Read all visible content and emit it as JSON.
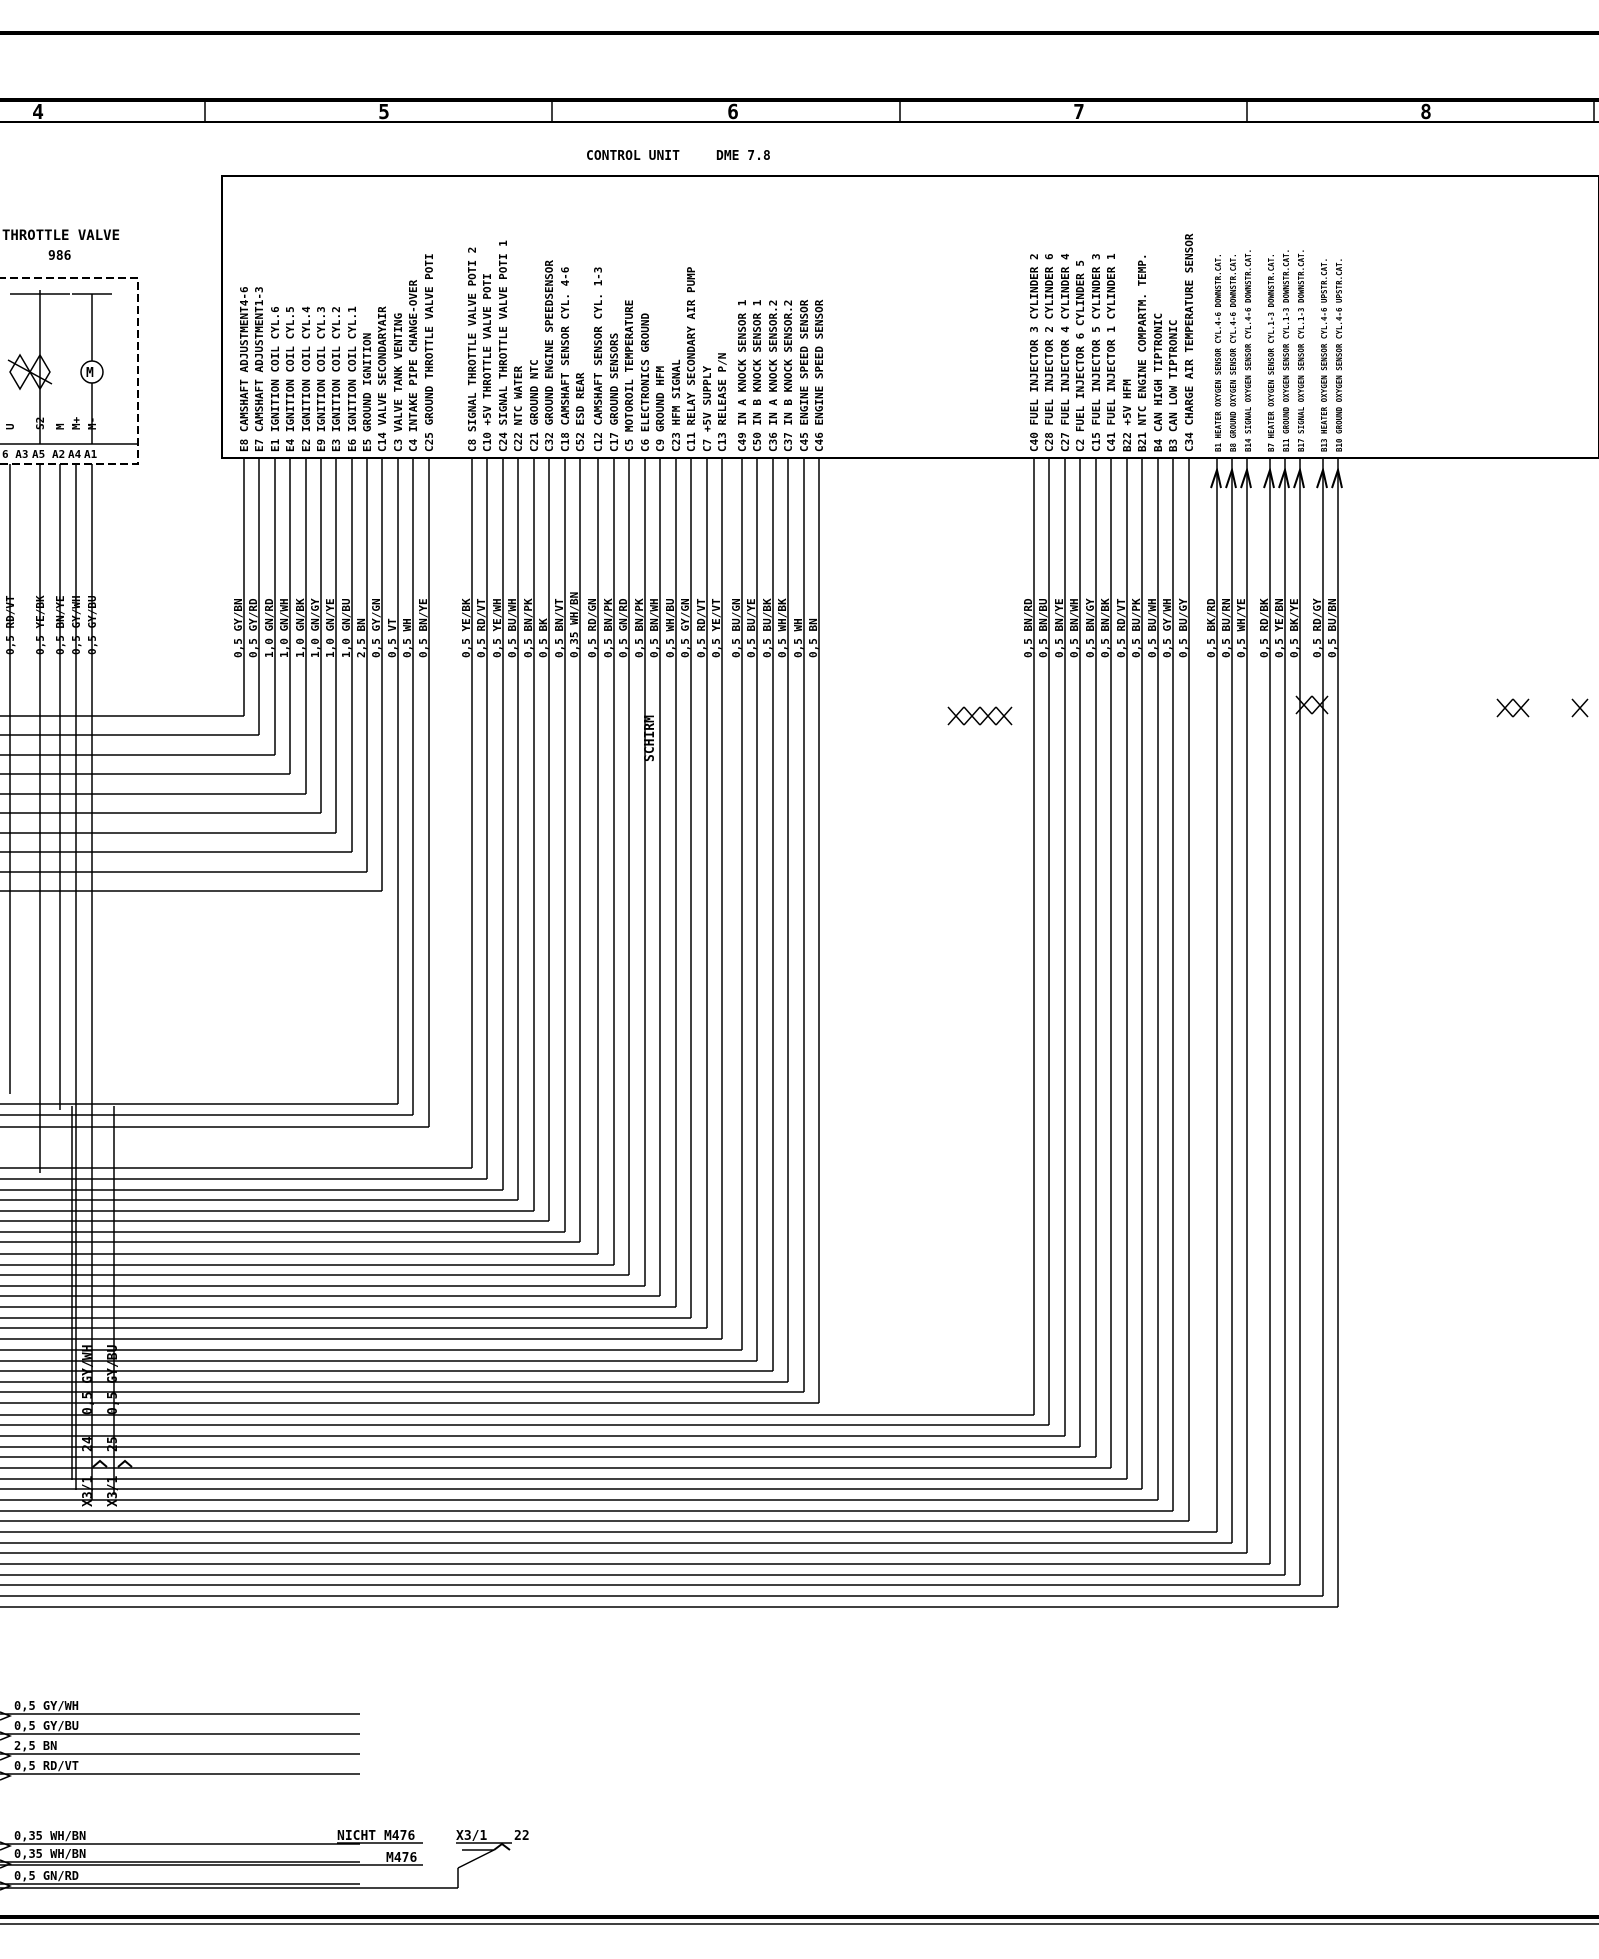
{
  "sheet": {
    "columns": [
      "4",
      "5",
      "6",
      "7",
      "8"
    ]
  },
  "control_unit": {
    "title": "CONTROL UNIT",
    "model": "DME 7.8",
    "pins": [
      {
        "pin": "E8",
        "function": "CAMSHAFT ADJUSTMENT4-6",
        "wire": "0,5 GY/BN"
      },
      {
        "pin": "E7",
        "function": "CAMSHAFT ADJUSTMENT1-3",
        "wire": "0,5 GY/RD"
      },
      {
        "pin": "E1",
        "function": "IGNITION COIL CYL.6",
        "wire": "1,0 GN/RD"
      },
      {
        "pin": "E4",
        "function": "IGNITION COIL CYL.5",
        "wire": "1,0 GN/WH"
      },
      {
        "pin": "E2",
        "function": "IGNITION COIL CYL.4",
        "wire": "1,0 GN/BK"
      },
      {
        "pin": "E9",
        "function": "IGNITION COIL CYL.3",
        "wire": "1,0 GN/GY"
      },
      {
        "pin": "E3",
        "function": "IGNITION COIL CYL.2",
        "wire": "1,0 GN/YE"
      },
      {
        "pin": "E6",
        "function": "IGNITION COIL CYL.1",
        "wire": "1,0 GN/BU"
      },
      {
        "pin": "E5",
        "function": "GROUND IGNITION",
        "wire": "2,5 BN"
      },
      {
        "pin": "C14",
        "function": "VALVE SECONDARYAIR",
        "wire": "0,5 GY/GN"
      },
      {
        "pin": "C3",
        "function": "VALVE TANK VENTING",
        "wire": "0,5 VT"
      },
      {
        "pin": "C4",
        "function": "INTAKE PIPE CHANGE-OVER",
        "wire": "0,5 WH"
      },
      {
        "pin": "C25",
        "function": "GROUND THROTTLE VALVE POTI",
        "wire": "0,5 BN/YE"
      },
      {
        "pin": "C8",
        "function": "SIGNAL THROTTLE VALVE POTI 2",
        "wire": "0,5 YE/BK"
      },
      {
        "pin": "C10",
        "function": "+5V THROTTLE VALVE POTI",
        "wire": "0,5 RD/VT"
      },
      {
        "pin": "C24",
        "function": "SIGNAL THROTTLE VALVE POTI 1",
        "wire": "0,5 YE/WH"
      },
      {
        "pin": "C22",
        "function": "NTC WATER",
        "wire": "0,5 BU/WH"
      },
      {
        "pin": "C21",
        "function": "GROUND NTC",
        "wire": "0,5 BN/PK"
      },
      {
        "pin": "C32",
        "function": "GROUND ENGINE SPEEDSENSOR",
        "wire": "0,5 BK"
      },
      {
        "pin": "C18",
        "function": "CAMSHAFT SENSOR CYL. 4-6",
        "wire": "0,5 BN/VT"
      },
      {
        "pin": "C52",
        "function": "ESD REAR",
        "wire": "0,35 WH/BN"
      },
      {
        "pin": "C12",
        "function": "CAMSHAFT SENSOR CYL. 1-3",
        "wire": "0,5 RD/GN"
      },
      {
        "pin": "C17",
        "function": "GROUND SENSORS",
        "wire": "0,5 BN/PK"
      },
      {
        "pin": "C5",
        "function": "MOTOROIL TEMPERATURE",
        "wire": "0,5 GN/RD"
      },
      {
        "pin": "C6",
        "function": "ELECTRONICS GROUND",
        "wire": "0,5 BN/PK"
      },
      {
        "pin": "C9",
        "function": "GROUND HFM",
        "wire": "0,5 BN/WH"
      },
      {
        "pin": "C23",
        "function": "HFM SIGNAL",
        "wire": "0,5 WH/BU"
      },
      {
        "pin": "C11",
        "function": "RELAY SECONDARY AIR PUMP",
        "wire": "0,5 GY/GN"
      },
      {
        "pin": "C7",
        "function": "+5V SUPPLY",
        "wire": "0,5 RD/VT"
      },
      {
        "pin": "C13",
        "function": "RELEASE P/N",
        "wire": "0,5 YE/VT"
      },
      {
        "pin": "C49",
        "function": "IN A KNOCK SENSOR 1",
        "wire": "0,5 BU/GN"
      },
      {
        "pin": "C50",
        "function": "IN B KNOCK SENSOR 1",
        "wire": "0,5 BU/YE"
      },
      {
        "pin": "C36",
        "function": "IN A KNOCK SENSOR.2",
        "wire": "0,5 BU/BK"
      },
      {
        "pin": "C37",
        "function": "IN B KNOCK SENSOR.2",
        "wire": "0,5 WH/BK"
      },
      {
        "pin": "C45",
        "function": "ENGINE SPEED SENSOR",
        "wire": "0,5 WH"
      },
      {
        "pin": "C46",
        "function": "ENGINE SPEED SENSOR",
        "wire": "0,5 BN"
      },
      {
        "pin": "C40",
        "function": "FUEL INJECTOR 3 CYLINDER 2",
        "wire": "0,5 BN/RD"
      },
      {
        "pin": "C28",
        "function": "FUEL INJECTOR 2 CYLINDER 6",
        "wire": "0,5 BN/BU"
      },
      {
        "pin": "C27",
        "function": "FUEL INJECTOR 4 CYLINDER 4",
        "wire": "0,5 BN/YE"
      },
      {
        "pin": "C2",
        "function": "FUEL INJECTOR 6 CYLINDER 5",
        "wire": "0,5 BN/WH"
      },
      {
        "pin": "C15",
        "function": "FUEL INJECTOR 5 CYLINDER 3",
        "wire": "0,5 BN/GY"
      },
      {
        "pin": "C41",
        "function": "FUEL INJECTOR 1 CYLINDER 1",
        "wire": "0,5 BN/BK"
      },
      {
        "pin": "B22",
        "function": "+5V HFM",
        "wire": "0,5 RD/VT"
      },
      {
        "pin": "B21",
        "function": "NTC ENGINE COMPARTM. TEMP.",
        "wire": "0,5 BU/PK"
      },
      {
        "pin": "B4",
        "function": "CAN HIGH TIPTRONIC",
        "wire": "0,5 BU/WH"
      },
      {
        "pin": "B3",
        "function": "CAN LOW TIPTRONIC",
        "wire": "0,5 GY/WH"
      },
      {
        "pin": "C34",
        "function": "CHARGE AIR TEMPERATURE SENSOR",
        "wire": "0,5 BU/GY"
      },
      {
        "pin": "B1",
        "function": "HEATER OXYGEN SENSOR CYL.4-6 DOWNSTR.CAT.",
        "wire": "0,5 BK/RD"
      },
      {
        "pin": "B8",
        "function": "GROUND OXYGEN SENSOR CYL.4-6 DOWNSTR.CAT.",
        "wire": "0,5 BU/RN"
      },
      {
        "pin": "B14",
        "function": "SIGNAL OXYGEN SENSOR CYL.4-6 DOWNSTR.CAT.",
        "wire": "0,5 WH/YE"
      },
      {
        "pin": "B7",
        "function": "HEATER OXYGEN SENSOR CYL.1-3 DOWNSTR.CAT.",
        "wire": "0,5 RD/BK"
      },
      {
        "pin": "B11",
        "function": "GROUND OXYGEN SENSOR CYL.1-3 DOWNSTR.CAT.",
        "wire": "0,5 YE/BN"
      },
      {
        "pin": "B17",
        "function": "SIGNAL OXYGEN SENSOR CYL.1-3 DOWNSTR.CAT.",
        "wire": "0,5 BK/YE"
      },
      {
        "pin": "B13",
        "function": "HEATER OXYGEN SENSOR CYL.4-6 UPSTR.CAT.",
        "wire": "0,5 RD/GY"
      },
      {
        "pin": "B10",
        "function": "GROUND OXYGEN SENSOR CYL.4-6 UPSTR.CAT.",
        "wire": "0,5 BU/BN"
      }
    ]
  },
  "throttle_valve": {
    "title": "THROTTLE VALVE",
    "code": "986",
    "pin_labels": [
      "6 A3",
      "A5",
      "A2",
      "A4",
      "A1"
    ],
    "signal_labels": [
      "U",
      "S2",
      "M",
      "M+",
      "M-"
    ],
    "wires": [
      "0,5 RD/VT",
      "0,5 YE/BK",
      "0,5 BN/YE",
      "0,5 GY/WH",
      "0,5 GY/BU"
    ]
  },
  "connector_x31": {
    "label": "X3/1",
    "pin_a": "24",
    "pin_b": "25",
    "wire_a": "0,5 GY/WH",
    "wire_b": "0,5 GY/BU"
  },
  "shield_label": "SCHIRM",
  "bottom_left_wires": [
    "0,5 GY/WH",
    "0,5 GY/BU",
    "2,5 BN",
    "0,5 RD/VT",
    "0,35 WH/BN",
    "0,35 WH/BN",
    "0,5 GN/RD"
  ],
  "bottom_variant": {
    "nicht_label": "NICHT M476",
    "m_label": "M476",
    "connector": "X3/1",
    "pin": "22"
  }
}
